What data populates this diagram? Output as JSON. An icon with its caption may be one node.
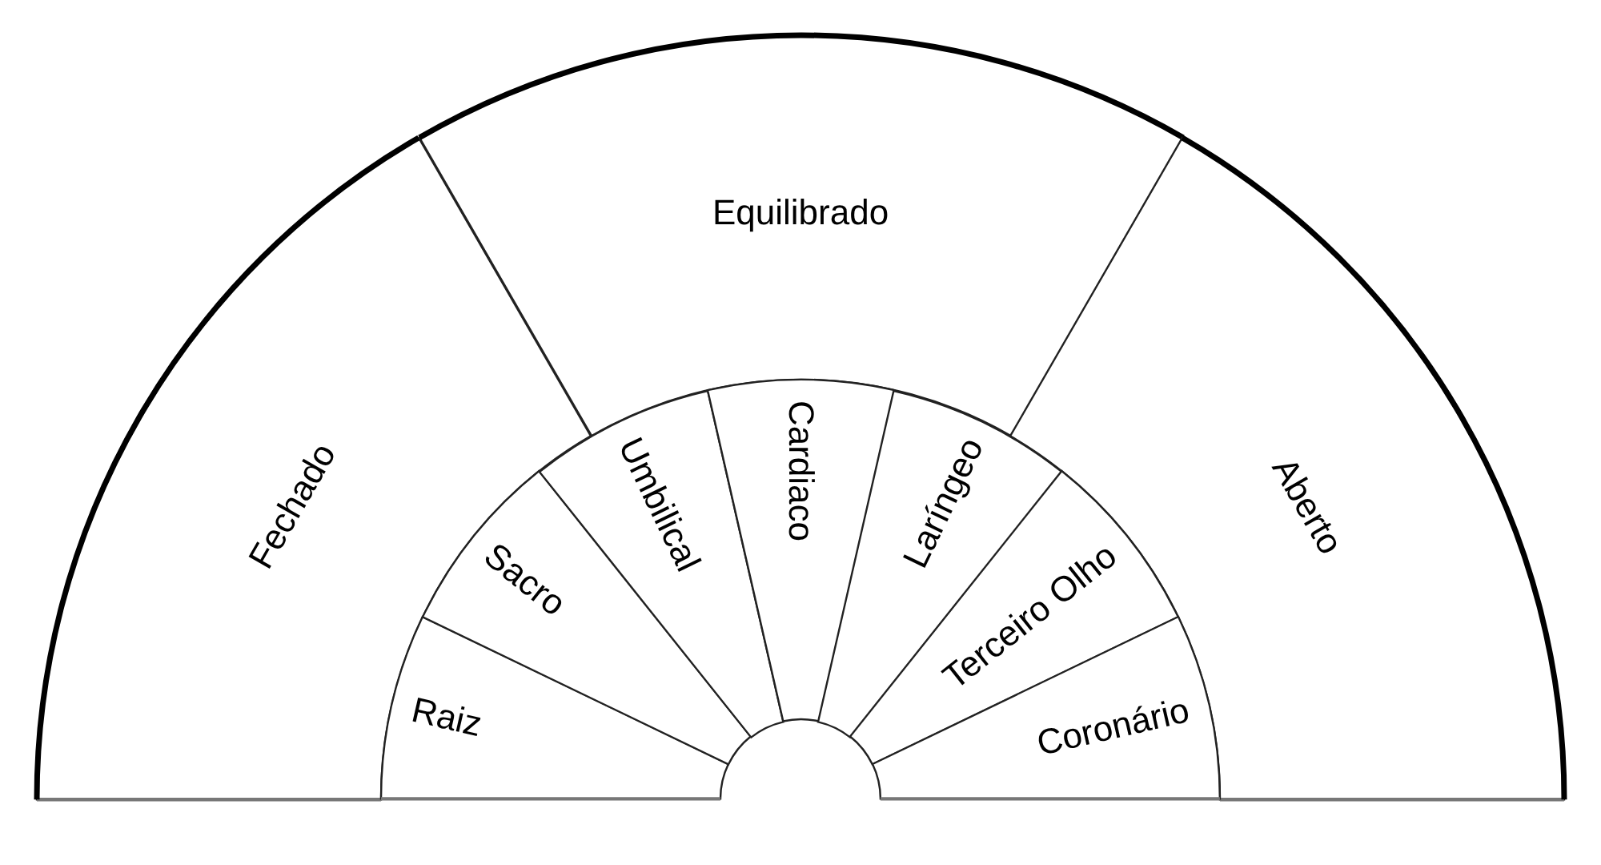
{
  "diagram": {
    "nodes": [
      {
        "text": [
          "Fechado"
        ]
      },
      {
        "text": [
          "Equilibrado"
        ]
      },
      {
        "text": [
          "Aberto"
        ]
      },
      {
        "text": [
          "Raiz"
        ]
      },
      {
        "text": [
          "Sacro"
        ]
      },
      {
        "text": [
          "Umbilical"
        ]
      },
      {
        "text": [
          "Cardiaco"
        ]
      },
      {
        "text": [
          "Laríngeo"
        ]
      },
      {
        "text": [
          "Terceiro Olho"
        ]
      },
      {
        "text": [
          "Coronário"
        ]
      }
    ]
  }
}
